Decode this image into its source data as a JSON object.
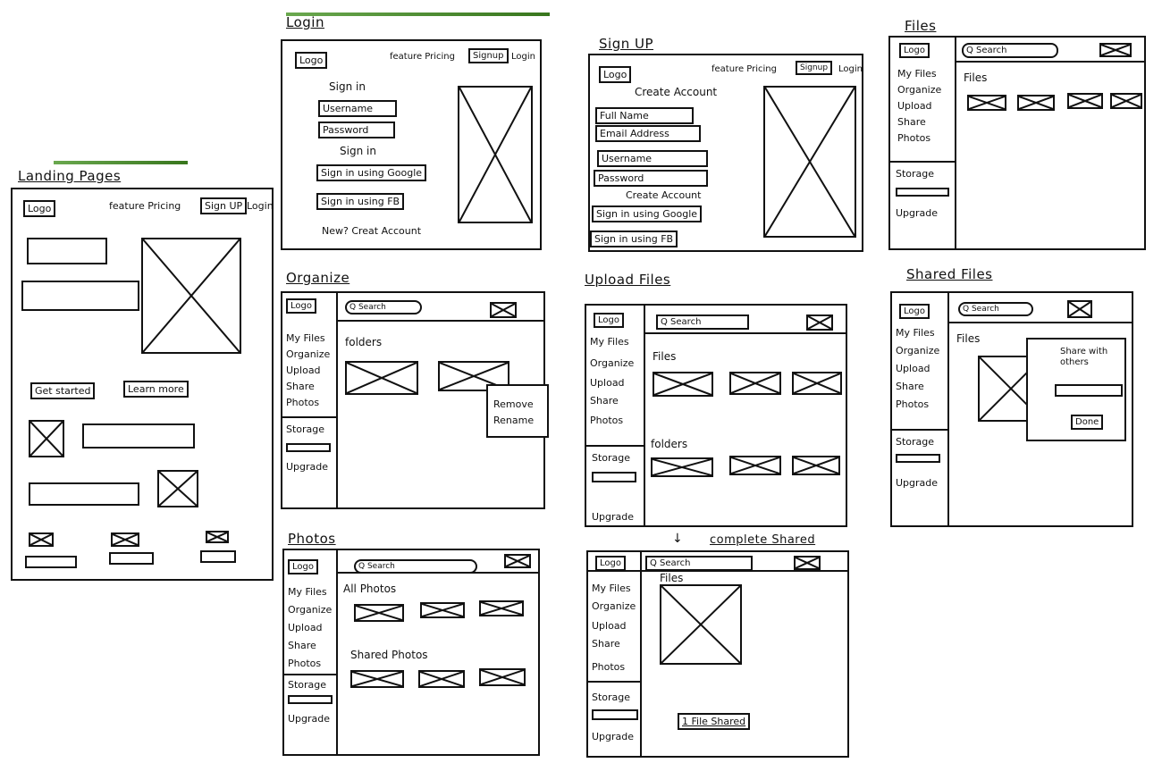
{
  "accent_color": "#4f9a2e",
  "landing": {
    "title": "Landing Pages",
    "nav": {
      "logo": "Logo",
      "links": "feature Pricing",
      "signup": "Sign UP",
      "login": "Login"
    },
    "get_started": "Get started",
    "learn_more": "Learn more"
  },
  "login": {
    "title": "Login",
    "nav": {
      "logo": "Logo",
      "links": "feature Pricing",
      "signup": "Signup",
      "login": "Login"
    },
    "heading": "Sign in",
    "username": "Username",
    "password": "Password",
    "sign_in": "Sign in",
    "google": "Sign in using Google",
    "fb": "Sign in using FB",
    "new_account": "New? Creat Account"
  },
  "signup": {
    "title": "Sign UP",
    "nav": {
      "logo": "Logo",
      "links": "feature Pricing",
      "signup": "Signup",
      "login": "Login"
    },
    "heading": "Create Account",
    "full_name": "Full Name",
    "email": "Email Address",
    "username": "Username",
    "password": "Password",
    "create": "Create Account",
    "google": "Sign in using Google",
    "fb": "Sign in using FB"
  },
  "sidebar": {
    "logo": "Logo",
    "search": "Q Search",
    "items": [
      "My Files",
      "Organize",
      "Upload",
      "Share",
      "Photos"
    ],
    "storage": "Storage",
    "upgrade": "Upgrade"
  },
  "files": {
    "title": "Files",
    "section": "Files"
  },
  "organize": {
    "title": "Organize",
    "section": "folders",
    "remove": "Remove",
    "rename": "Rename"
  },
  "upload": {
    "title": "Upload Files",
    "files": "Files",
    "folders": "folders"
  },
  "shared": {
    "title": "Shared Files",
    "section": "Files",
    "share_with": "Share with others",
    "done": "Done"
  },
  "photos": {
    "title": "Photos",
    "all": "All Photos",
    "shared": "Shared Photos"
  },
  "complete": {
    "title": "complete Shared",
    "files": "Files",
    "status": "1 File Shared"
  }
}
